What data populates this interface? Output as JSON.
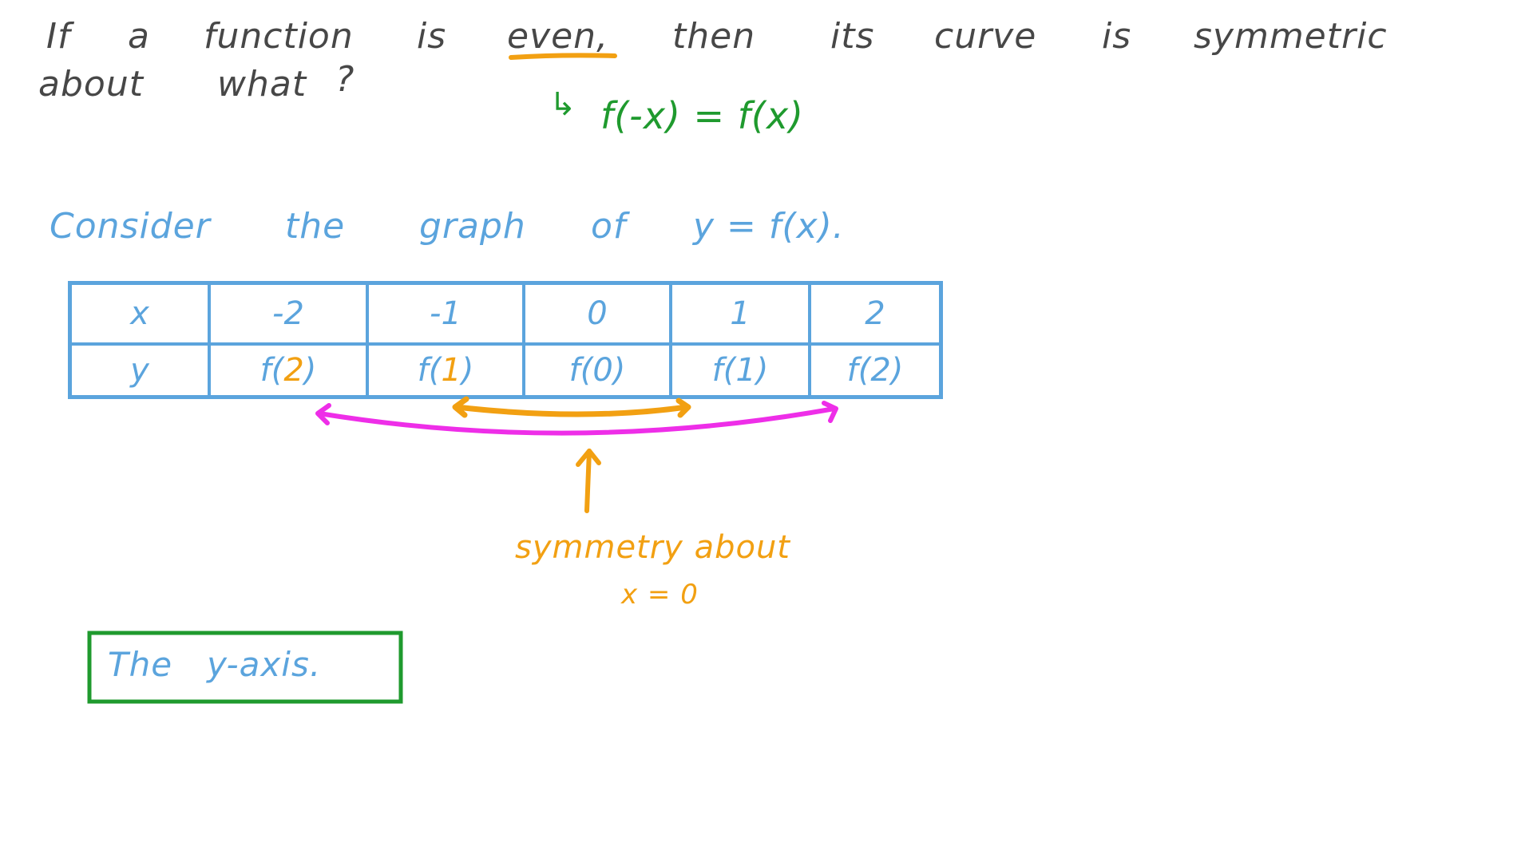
{
  "question": {
    "line1": [
      "If",
      "a",
      "function",
      "is",
      "even,",
      "then",
      "its",
      "curve",
      "is",
      "symmetric"
    ],
    "line2": [
      "about",
      "what",
      "?"
    ],
    "highlighted_word": "even",
    "hint": "f(-x) = f(x)",
    "hint_arrow": "↳"
  },
  "consider": {
    "words": [
      "Consider",
      "the",
      "graph",
      "of",
      "y = f(x)."
    ]
  },
  "table": {
    "header": "x",
    "x_values": [
      "-2",
      "-1",
      "0",
      "1",
      "2"
    ],
    "row_label": "y",
    "y_values": [
      {
        "prefix": "f(",
        "arg": "2",
        "suffix": ")",
        "arg_highlight": true
      },
      {
        "prefix": "f(",
        "arg": "1",
        "suffix": ")",
        "arg_highlight": true
      },
      {
        "prefix": "f(",
        "arg": "0",
        "suffix": ")",
        "arg_highlight": false
      },
      {
        "prefix": "f(",
        "arg": "1",
        "suffix": ")",
        "arg_highlight": false
      },
      {
        "prefix": "f(",
        "arg": "2",
        "suffix": ")",
        "arg_highlight": false
      }
    ]
  },
  "annotation": {
    "line1": "symmetry about",
    "line2": "x = 0"
  },
  "answer": {
    "text": "The   y-axis."
  },
  "colors": {
    "text_dark": "#474747",
    "blue": "#5ba4dd",
    "green": "#1f9a2e",
    "orange": "#f2a012",
    "magenta": "#ee2ee8"
  }
}
